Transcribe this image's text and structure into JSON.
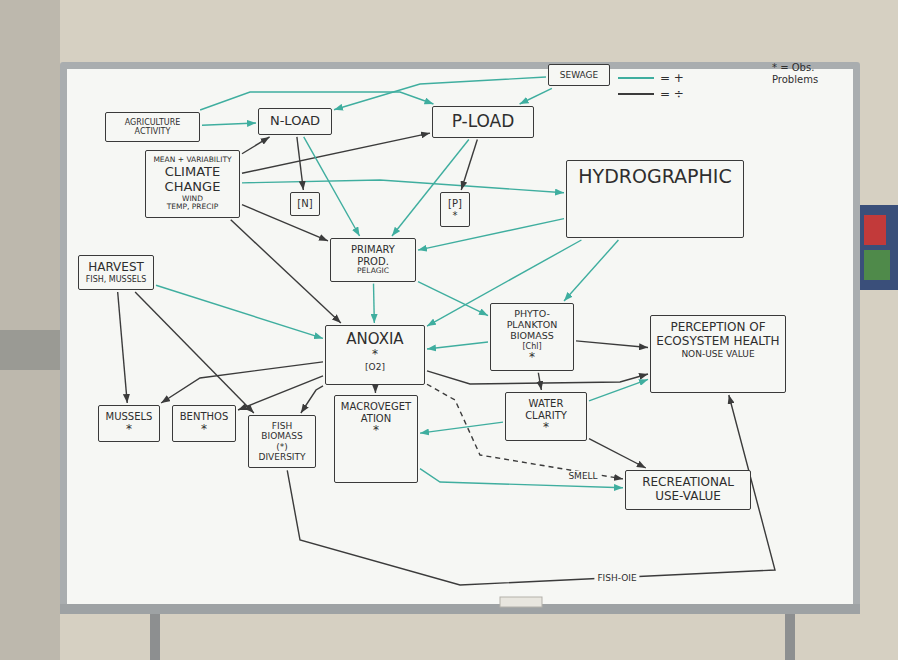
{
  "diagram": {
    "nodes": [
      {
        "text": [
          "AGRICULTURE ACTIVITY"
        ]
      },
      {
        "text": [
          "N-LOAD"
        ]
      },
      {
        "text": [
          "P-LOAD"
        ]
      },
      {
        "text": [
          "SEWAGE"
        ]
      },
      {
        "text": [
          "MEAN + VARIABILITY",
          "CLIMATE CHANGE",
          "WIND",
          "TEMP, PRECIP"
        ]
      },
      {
        "text": [
          "HYDROGRAPHIC"
        ]
      },
      {
        "text": [
          "[N]"
        ]
      },
      {
        "text": [
          "[P]",
          "*"
        ]
      },
      {
        "text": [
          "HARVEST",
          "FISH, MUSSELS"
        ]
      },
      {
        "text": [
          "PRIMARY PROD.",
          "PELAGIC"
        ]
      },
      {
        "text": [
          "ANOXIA",
          "*",
          "[O2]"
        ]
      },
      {
        "text": [
          "PHYTO-PLANKTON BIOMASS",
          "[Chl]",
          "*"
        ]
      },
      {
        "text": [
          "PERCEPTION OF ECOSYSTEM HEALTH",
          "NON-USE VALUE"
        ]
      },
      {
        "text": [
          "MUSSELS",
          "*"
        ]
      },
      {
        "text": [
          "BENTHOS",
          "*"
        ]
      },
      {
        "text": [
          "FISH BIOMASS",
          "(*)",
          "DIVERSITY"
        ]
      },
      {
        "text": [
          "MACROVEGETATION",
          "*"
        ]
      },
      {
        "text": [
          "WATER CLARITY",
          "*"
        ]
      },
      {
        "text": [
          "RECREATIONAL USE-VALUE"
        ]
      }
    ],
    "edges": [
      {
        "from": 0,
        "to": 1,
        "arrow": "to"
      },
      {
        "from": 0,
        "to": 2,
        "arrow": "to"
      },
      {
        "from": 3,
        "to": 1,
        "arrow": "to"
      },
      {
        "from": 3,
        "to": 2,
        "arrow": "to"
      },
      {
        "from": 4,
        "to": 1,
        "arrow": "to"
      },
      {
        "from": 4,
        "to": 2,
        "arrow": "to"
      },
      {
        "from": 4,
        "to": 5,
        "arrow": "to"
      },
      {
        "from": 4,
        "to": 9,
        "arrow": "to"
      },
      {
        "from": 4,
        "to": 10,
        "arrow": "to"
      },
      {
        "from": 8,
        "to": 13,
        "arrow": "to"
      },
      {
        "from": 8,
        "to": 15,
        "arrow": "to"
      },
      {
        "from": 8,
        "to": 10,
        "arrow": "to"
      },
      {
        "from": 1,
        "to": 6,
        "arrow": "to"
      },
      {
        "from": 2,
        "to": 7,
        "arrow": "to"
      },
      {
        "from": 1,
        "to": 9,
        "arrow": "to"
      },
      {
        "from": 2,
        "to": 9,
        "arrow": "to"
      },
      {
        "from": 5,
        "to": 9,
        "arrow": "to"
      },
      {
        "from": 5,
        "to": 10,
        "arrow": "to"
      },
      {
        "from": 5,
        "to": 11,
        "arrow": "to"
      },
      {
        "from": 9,
        "to": 11,
        "arrow": "to"
      },
      {
        "from": 9,
        "to": 10,
        "arrow": "to"
      },
      {
        "from": 11,
        "to": 10,
        "arrow": "to"
      },
      {
        "from": 11,
        "to": 12,
        "arrow": "to"
      },
      {
        "from": 11,
        "to": 17,
        "arrow": "to"
      },
      {
        "from": 10,
        "to": 13,
        "arrow": "to"
      },
      {
        "from": 10,
        "to": 14,
        "arrow": "to"
      },
      {
        "from": 10,
        "to": 15,
        "arrow": "to"
      },
      {
        "from": 10,
        "to": 16,
        "arrow": "to"
      },
      {
        "from": 10,
        "to": 12,
        "arrow": "to"
      },
      {
        "from": 10,
        "to": 18,
        "label": "SMELL",
        "arrow": "to"
      },
      {
        "from": 17,
        "to": 16,
        "arrow": "to"
      },
      {
        "from": 17,
        "to": 12,
        "arrow": "to"
      },
      {
        "from": 17,
        "to": 18,
        "arrow": "to"
      },
      {
        "from": 16,
        "to": 18,
        "arrow": "to"
      },
      {
        "from": 15,
        "to": 12,
        "label": "FISH-OIE",
        "arrow": "to"
      }
    ],
    "labels": [
      "* = Obs. Problems"
    ],
    "legend": [
      {
        "text": "= +"
      },
      {
        "text": "= ÷"
      }
    ]
  }
}
